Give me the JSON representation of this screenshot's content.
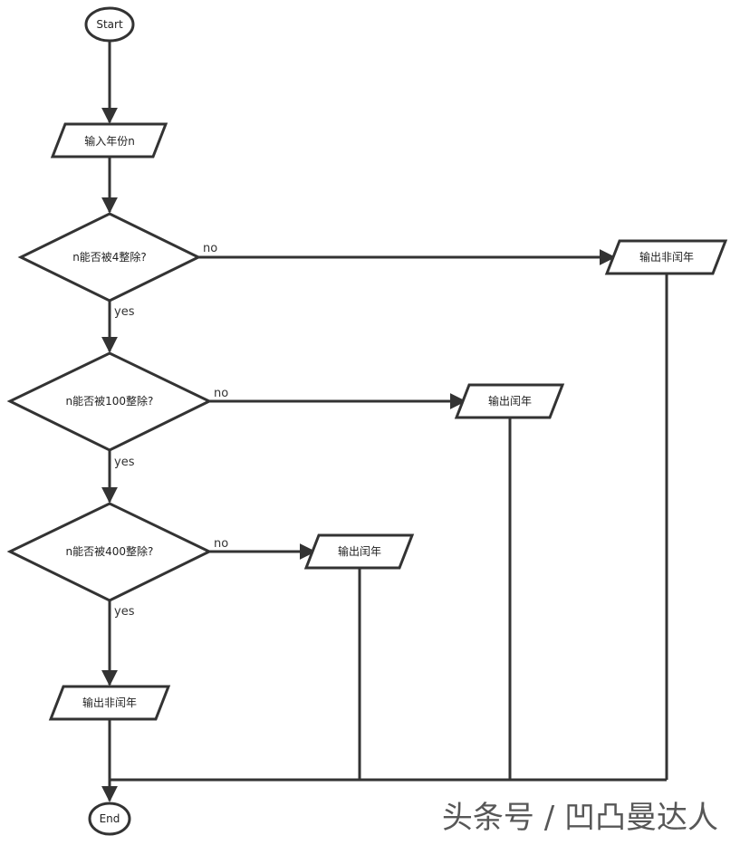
{
  "diagram": {
    "start_label": "Start",
    "end_label": "End",
    "input_label": "输入年份n",
    "decision_1": "n能否被4整除?",
    "decision_2": "n能否被100整除?",
    "decision_3": "n能否被400整除?",
    "output_not_leap_1": "输出非闰年",
    "output_leap_1": "输出闰年",
    "output_leap_2": "输出闰年",
    "output_not_leap_2": "输出非闰年",
    "edge_no_1": "no",
    "edge_no_2": "no",
    "edge_no_3": "no",
    "edge_yes_1": "yes",
    "edge_yes_2": "yes",
    "edge_yes_3": "yes"
  },
  "watermark": "头条号 / 凹凸曼达人",
  "colors": {
    "stroke": "#333333",
    "background": "#ffffff"
  }
}
